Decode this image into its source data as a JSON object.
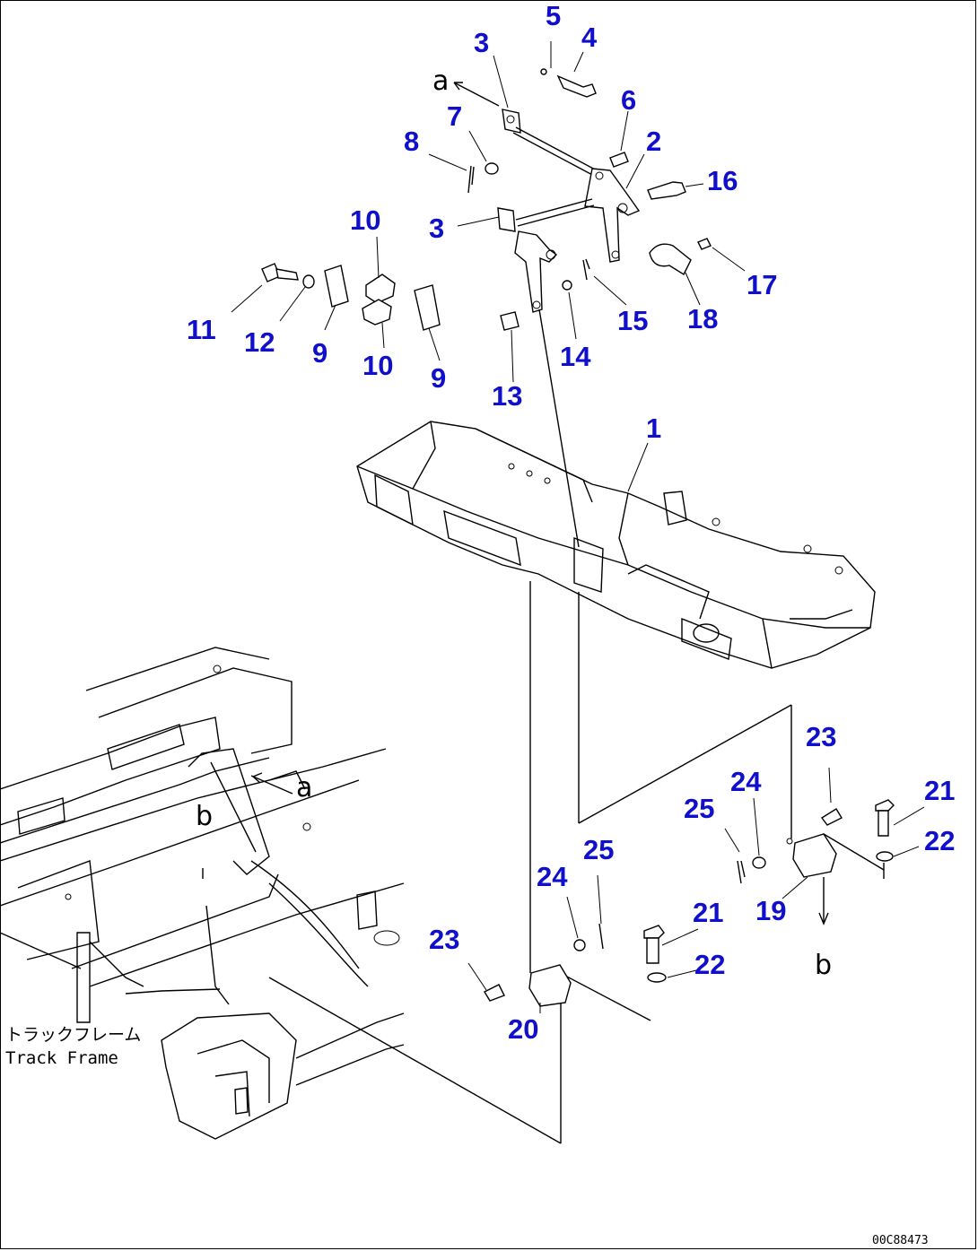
{
  "colors": {
    "callout": "#1010cc",
    "line": "#000000",
    "background": "#ffffff"
  },
  "labels": {
    "track_frame_jp": "トラックフレーム",
    "track_frame_en": "Track Frame",
    "view_a": "a",
    "view_b": "b",
    "drawing_code": "00C88473"
  },
  "callouts": [
    {
      "id": "c5",
      "text": "5"
    },
    {
      "id": "c4",
      "text": "4"
    },
    {
      "id": "c3a",
      "text": "3"
    },
    {
      "id": "c7",
      "text": "7"
    },
    {
      "id": "c6",
      "text": "6"
    },
    {
      "id": "c8",
      "text": "8"
    },
    {
      "id": "c2",
      "text": "2"
    },
    {
      "id": "c16",
      "text": "16"
    },
    {
      "id": "c3b",
      "text": "3"
    },
    {
      "id": "c10a",
      "text": "10"
    },
    {
      "id": "c17",
      "text": "17"
    },
    {
      "id": "c15",
      "text": "15"
    },
    {
      "id": "c18",
      "text": "18"
    },
    {
      "id": "c11",
      "text": "11"
    },
    {
      "id": "c12",
      "text": "12"
    },
    {
      "id": "c9a",
      "text": "9"
    },
    {
      "id": "c10b",
      "text": "10"
    },
    {
      "id": "c14",
      "text": "14"
    },
    {
      "id": "c9b",
      "text": "9"
    },
    {
      "id": "c13",
      "text": "13"
    },
    {
      "id": "c1",
      "text": "1"
    },
    {
      "id": "c23a",
      "text": "23"
    },
    {
      "id": "c24a",
      "text": "24"
    },
    {
      "id": "c21a",
      "text": "21"
    },
    {
      "id": "c25a",
      "text": "25"
    },
    {
      "id": "c22a",
      "text": "22"
    },
    {
      "id": "c25b",
      "text": "25"
    },
    {
      "id": "c24b",
      "text": "24"
    },
    {
      "id": "c21b",
      "text": "21"
    },
    {
      "id": "c19",
      "text": "19"
    },
    {
      "id": "c23b",
      "text": "23"
    },
    {
      "id": "c22b",
      "text": "22"
    },
    {
      "id": "c20",
      "text": "20"
    }
  ]
}
